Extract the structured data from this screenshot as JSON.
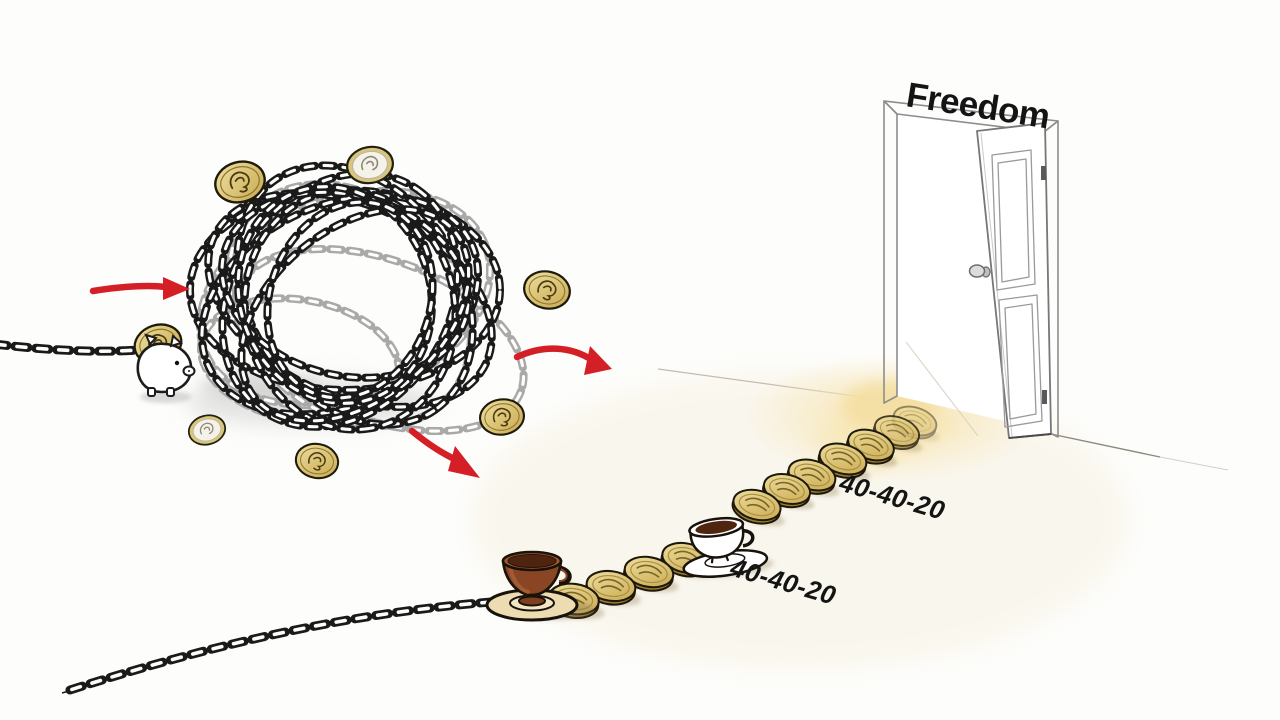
{
  "labels": {
    "freedom": "Freedom",
    "ratio_upper": "40-40-20",
    "ratio_lower": "40-40-20"
  },
  "colors": {
    "background": "#fdfdfb",
    "arrow_red": "#d41f26",
    "chain_black": "#1a1a1a",
    "chain_gray": "#a9a9a9",
    "coin_gold": "#d3b85d",
    "coin_gold_dark": "#9a7d33",
    "coin_silver": "#f5f2e9",
    "door_line": "#8d8d8d",
    "glow": "#f6dc96",
    "cup_brown": "#8a4524",
    "coffee_dark": "#4e2410",
    "saucer_cream": "#eddbb2",
    "text_ink": "#141414"
  },
  "scene": {
    "tangle_icon": "chain-tangle",
    "piggy_icon": "piggy-bank",
    "door_icon": "open-door",
    "espresso_icon": "espresso-cup",
    "white_cup_icon": "coffee-cup",
    "coin_icon": "gold-coin",
    "arrow_icon": "red-arrow"
  }
}
